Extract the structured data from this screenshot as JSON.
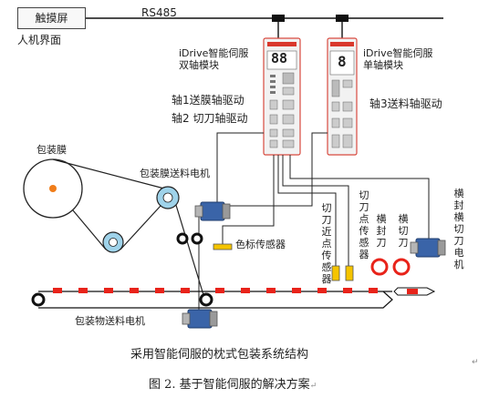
{
  "hmi": {
    "label": "触摸屏",
    "caption": "人机界面"
  },
  "bus": {
    "label": "RS485"
  },
  "dual_module": {
    "title": "iDrive智能伺服\n双轴模块",
    "axis1": "轴1送膜轴驱动",
    "axis2": "轴2 切刀轴驱动",
    "display": "88"
  },
  "single_module": {
    "title": "iDrive智能伺服\n单轴模块",
    "axis3": "轴3送料轴驱动",
    "display": "8"
  },
  "film_roll": {
    "label": "包装膜"
  },
  "film_motor": {
    "label": "包装膜送料电机"
  },
  "color_sensor": {
    "label": "色标传感器"
  },
  "cutter_near_sensor": {
    "label": "切刀近点传感器"
  },
  "cutter_sensor": {
    "label": "切刀点传感器"
  },
  "horizontal_seal": {
    "label": "横封刀"
  },
  "horizontal_cut": {
    "label": "横切刀"
  },
  "cutter_motor": {
    "label": "横封横切刀电机"
  },
  "conveyor_motor": {
    "label": "包装物送料电机"
  },
  "diagram_caption": "采用智能伺服的枕式包装系统结构",
  "figure_caption": "图 2. 基于智能伺服的解决方案",
  "colors": {
    "accent_red": "#e8231a",
    "orange": "#f07d1a",
    "yellow": "#f5c400",
    "motor_blue": "#3a64a8",
    "roller_blue": "#9fd3ea"
  }
}
